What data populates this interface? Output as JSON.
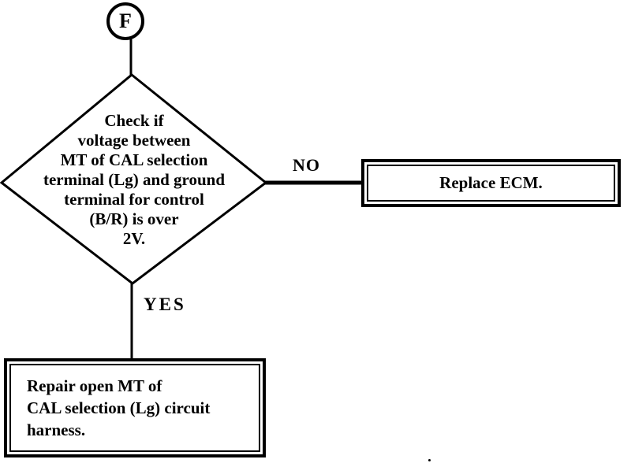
{
  "colors": {
    "ink": "#000000",
    "paper": "#ffffff"
  },
  "flowchart": {
    "start_connector": {
      "label": "F"
    },
    "decision": {
      "lines": [
        "Check if",
        "voltage between",
        "MT of CAL selection",
        "terminal (Lg) and ground",
        "terminal for control",
        "(B/R) is over",
        "2V."
      ]
    },
    "no_branch": {
      "label": "NO",
      "action": "Replace ECM."
    },
    "yes_branch": {
      "label": "YES",
      "action_lines": [
        "Repair open MT of",
        "CAL selection (Lg) circuit",
        "harness."
      ]
    }
  }
}
